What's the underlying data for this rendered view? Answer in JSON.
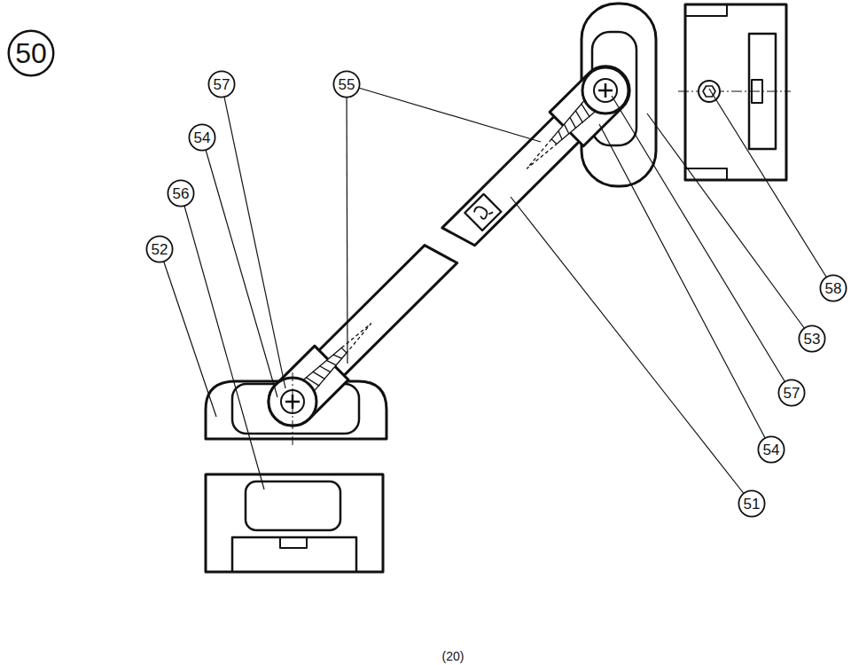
{
  "diagram": {
    "caption": "(20)",
    "nodes": [
      {
        "text": [
          "50"
        ]
      },
      {
        "text": [
          "57"
        ]
      },
      {
        "text": [
          "55"
        ]
      },
      {
        "text": [
          "54"
        ]
      },
      {
        "text": [
          "56"
        ]
      },
      {
        "text": [
          "52"
        ]
      },
      {
        "text": [
          "58"
        ]
      },
      {
        "text": [
          "53"
        ]
      },
      {
        "text": [
          "57"
        ]
      },
      {
        "text": [
          "54"
        ]
      },
      {
        "text": [
          "51"
        ]
      }
    ]
  }
}
